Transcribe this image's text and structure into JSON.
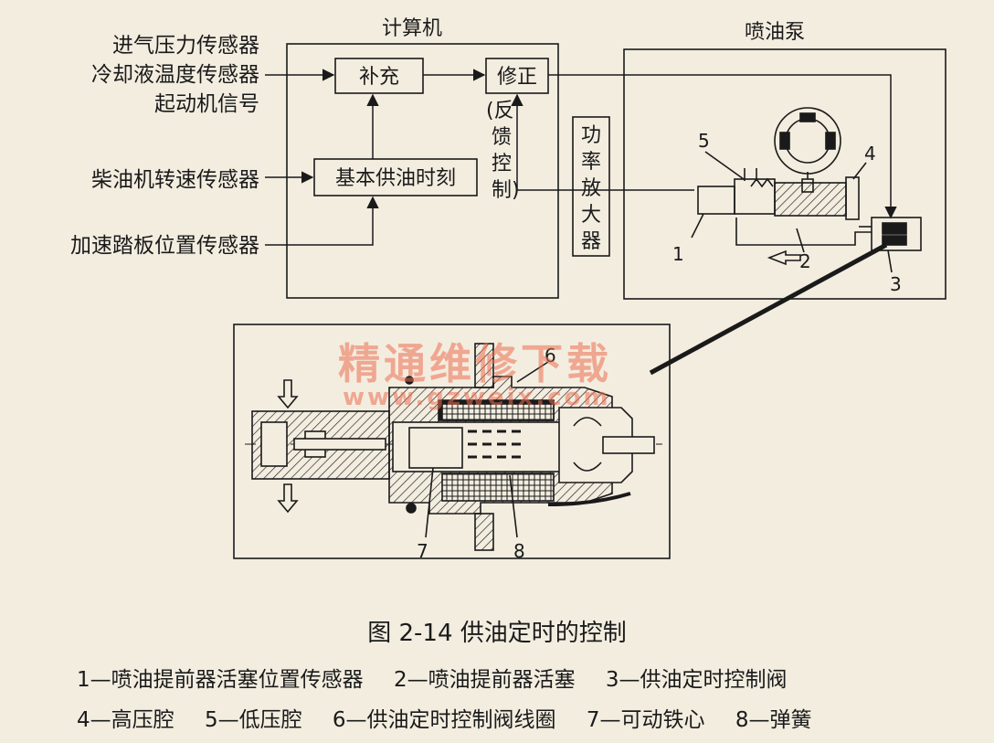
{
  "computer_title": "计算机",
  "pump_title": "喷油泵",
  "sensors": {
    "s1": "进气压力传感器",
    "s2": "冷却液温度传感器",
    "s3": "起动机信号",
    "s4": "柴油机转速传感器",
    "s5": "加速踏板位置传感器"
  },
  "blocks": {
    "supplement": "补充",
    "correction": "修正",
    "basic_timing": "基本供油时刻",
    "feedback": [
      "(反",
      "馈",
      "控",
      "制)"
    ],
    "amplifier": [
      "功",
      "率",
      "放",
      "大",
      "器"
    ]
  },
  "parts": [
    "1",
    "2",
    "3",
    "4",
    "5",
    "6",
    "7",
    "8"
  ],
  "watermark": {
    "cn": "精通维修下载",
    "url": "www.gzweix.com"
  },
  "caption": "图 2-14    供油定时的控制",
  "legend": [
    "1—喷油提前器活塞位置传感器",
    "2—喷油提前器活塞",
    "3—供油定时控制阀",
    "4—高压腔",
    "5—低压腔",
    "6—供油定时控制阀线圈",
    "7—可动铁心",
    "8—弹簧"
  ]
}
